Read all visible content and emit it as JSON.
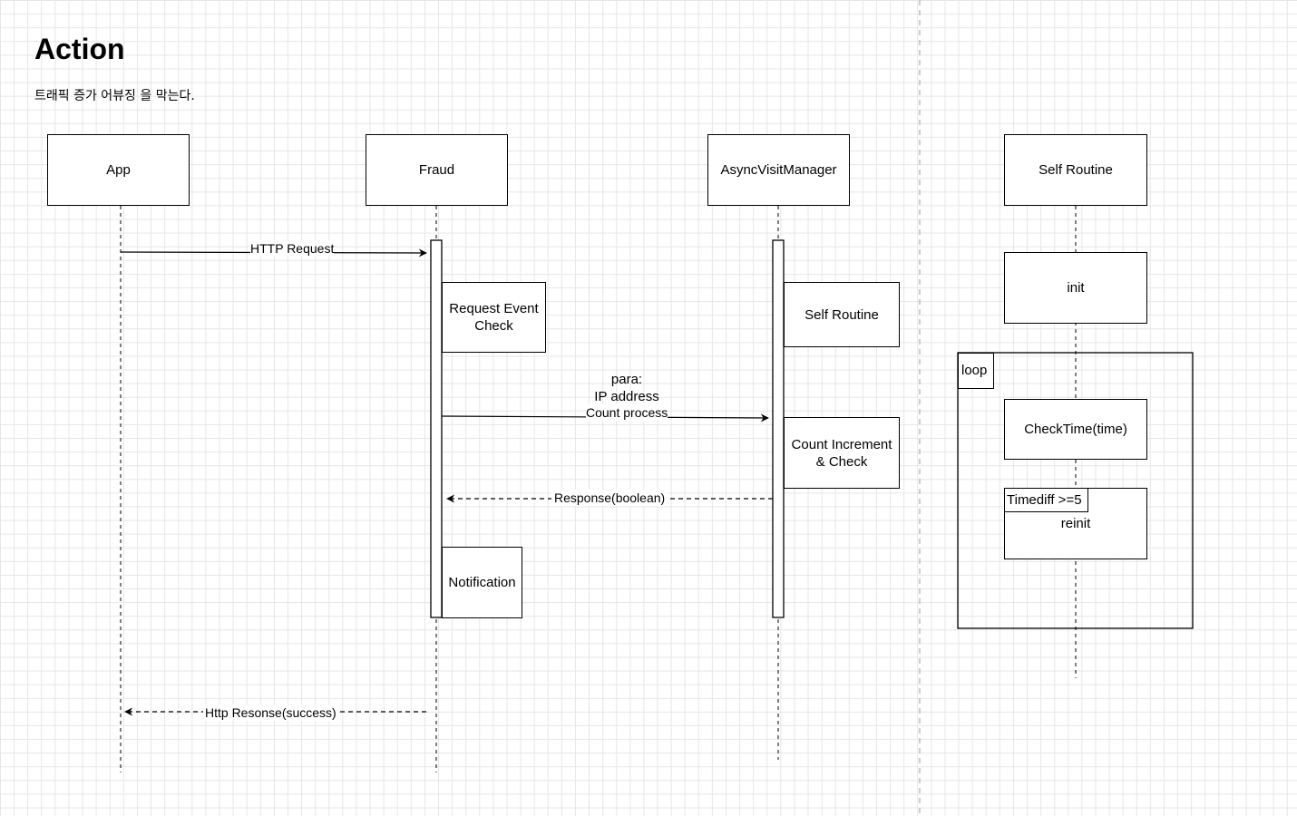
{
  "header": {
    "title": "Action",
    "subtitle": "트래픽 증가 어뷰징 을 막는다."
  },
  "participants": {
    "app": "App",
    "fraud": "Fraud",
    "async_visit_manager": "AsyncVisitManager",
    "self_routine": "Self Routine"
  },
  "activations": {
    "request_event_check": "Request Event\nCheck",
    "notification": "Notification",
    "self_routine_step": "Self Routine",
    "count_increment_check": "Count Increment\n& Check"
  },
  "messages": {
    "http_request": "HTTP Request",
    "count_process_params": "para:\nIP address",
    "count_process": "Count process",
    "response_boolean": "Response(boolean)",
    "http_response": "Http Resonse(success)"
  },
  "self_routine_flow": {
    "init": "init",
    "loop_label": "loop",
    "check_time": "CheckTime(time)",
    "condition": "Timediff >=5",
    "reinit": "reinit"
  }
}
